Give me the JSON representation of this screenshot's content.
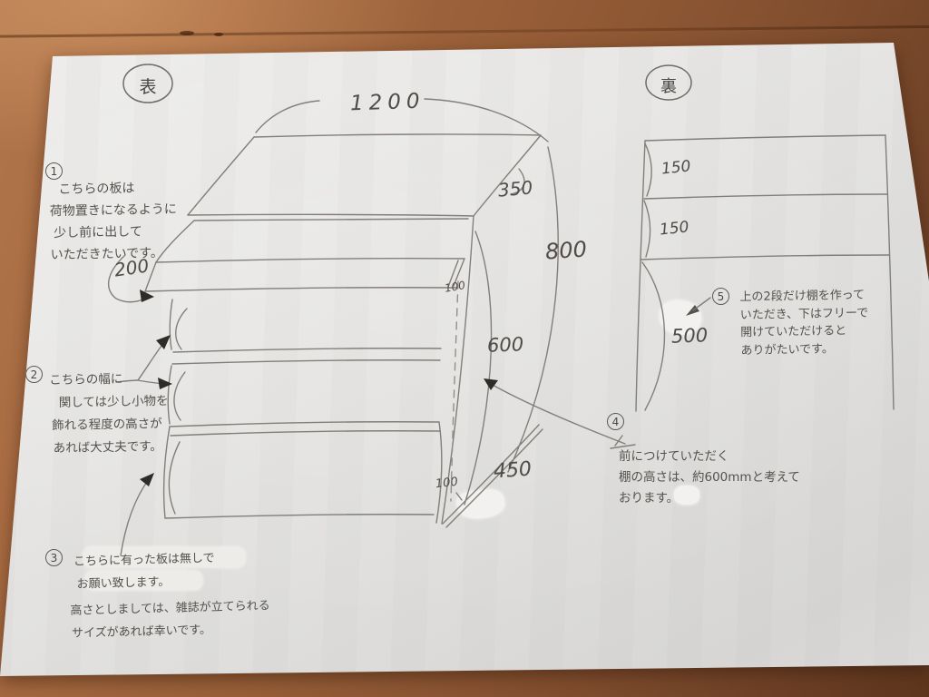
{
  "photo": {
    "front_badge": "表",
    "back_badge": "裏"
  },
  "front_view": {
    "dim_width_top": "1200",
    "dim_top_depth": "350",
    "dim_total_height": "800",
    "dim_shelf_overhang": "200",
    "dim_edge_top": "100",
    "dim_mid_height": "600",
    "dim_bottom_depth": "450",
    "dim_edge_bottom": "100"
  },
  "back_view": {
    "dim_shelf_gap_1": "150",
    "dim_shelf_gap_2": "150",
    "dim_open_area": "500"
  },
  "notes": [
    {
      "num": "1",
      "lines": [
        "こちらの板は",
        "荷物置きになるように",
        "少し前に出して",
        "いただきたいです。"
      ]
    },
    {
      "num": "2",
      "lines": [
        "こちらの幅に",
        "関しては少し小物を",
        "飾れる程度の高さが",
        "あれば大丈夫です。"
      ]
    },
    {
      "num": "3",
      "lines": [
        "こちらに有った板は無しで",
        "お願い致します。",
        "高さとしましては、雑誌が立てられる",
        "サイズがあれば幸いです。"
      ]
    },
    {
      "num": "4",
      "lines": [
        "前につけていただく",
        "棚の高さは、約600mmと考えて",
        "おります。"
      ]
    },
    {
      "num": "5",
      "lines": [
        "上の2段だけ棚を作って",
        "いただき、下はフリーで",
        "開けていただけると",
        "ありがたいです。"
      ]
    }
  ]
}
